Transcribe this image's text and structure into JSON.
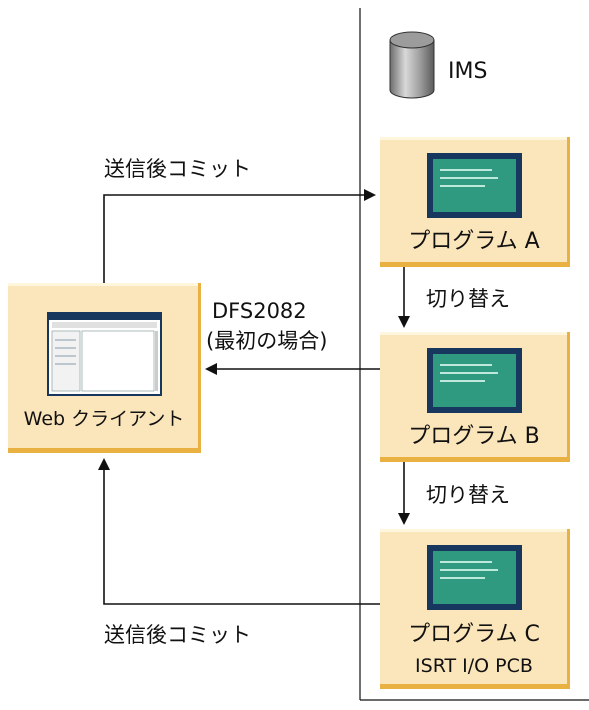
{
  "database": {
    "label": "IMS"
  },
  "client": {
    "label": "Web クライアント"
  },
  "programs": [
    {
      "label": "プログラム A"
    },
    {
      "label": "プログラム B"
    },
    {
      "label": "プログラム C",
      "sublabel": "ISRT I/O PCB"
    }
  ],
  "edges": {
    "commit_top": "送信後コミット",
    "switch_1": "切り替え",
    "dfs_line1": "DFS2082",
    "dfs_line2": "(最初の場合)",
    "switch_2": "切り替え",
    "commit_bottom": "送信後コミット"
  },
  "colors": {
    "box_fill": "#fbe6bb",
    "box_shadow": "#e9b042",
    "box_highlight": "#fff6de",
    "screen_fill": "#2f9a7f",
    "screen_frame": "#17375f",
    "line": "#111111"
  }
}
